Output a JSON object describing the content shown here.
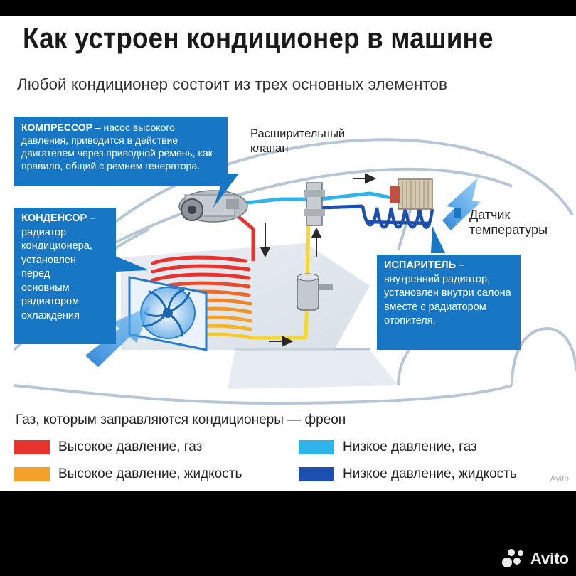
{
  "title": "Как устроен кондиционер в машине",
  "subtitle": "Любой кондиционер состоит из трех основных элементов",
  "compressor": {
    "heading": "КОМПРЕССОР",
    "text": " – насос высокого давления, приводится в действие двигателем через приводной ремень, как правило, общий с ремнем генератора."
  },
  "condenser": {
    "heading": "КОНДЕНСОР",
    "text_lines": [
      "–",
      "радиатор",
      "кондиционера,",
      "установлен",
      "перед",
      "основным",
      "радиатором",
      "охлаждения"
    ]
  },
  "evaporator": {
    "heading": "ИСПАРИТЕЛЬ",
    "text": " – внутренний радиатор, установлен внутри салона вместе с радиатором отопителя."
  },
  "expansion_valve": {
    "line1": "Расширительный",
    "line2": "клапан"
  },
  "temp_sensor": {
    "line1": "Датчик",
    "line2": "температуры"
  },
  "legend": {
    "title": "Газ, которым заправляются кондиционеры — фреон",
    "items": [
      {
        "label": "Высокое давление, газ",
        "color": "#e8322e"
      },
      {
        "label": "Низкое давление, газ",
        "color": "#2eb4ea"
      },
      {
        "label": "Высокое давление, жидкость",
        "color": "#f5a028"
      },
      {
        "label": "Низкое давление, жидкость",
        "color": "#1d4fae"
      }
    ]
  },
  "watermark": {
    "text": "Avito"
  },
  "colors": {
    "box_blue": "#1777c4",
    "high_gas": "#e8322e",
    "high_liquid": "#f5a028",
    "yellow_line": "#f8d62a",
    "low_gas": "#2eb4ea",
    "low_liquid": "#1d4fae",
    "car_outline": "#b7c6d6"
  }
}
